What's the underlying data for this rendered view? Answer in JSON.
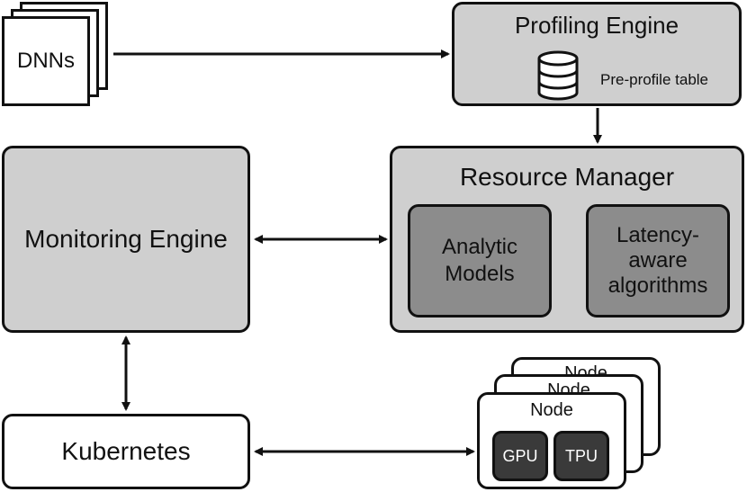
{
  "dnns": {
    "label": "DNNs"
  },
  "profiling_engine": {
    "title": "Profiling Engine",
    "table_label": "Pre-profile table"
  },
  "resource_manager": {
    "title": "Resource Manager",
    "analytic_models": "Analytic\nModels",
    "latency_algorithms": "Latency-\naware\nalgorithms"
  },
  "monitoring_engine": {
    "title": "Monitoring Engine"
  },
  "kubernetes": {
    "title": "Kubernetes"
  },
  "nodes": {
    "back_label": "Node",
    "middle_label": "Node",
    "front_label": "Node",
    "gpu": "GPU",
    "tpu": "TPU"
  },
  "colors": {
    "panel": "#cfcfcf",
    "inner": "#8c8c8c",
    "chip": "#3a3a3a",
    "stroke": "#111111"
  }
}
